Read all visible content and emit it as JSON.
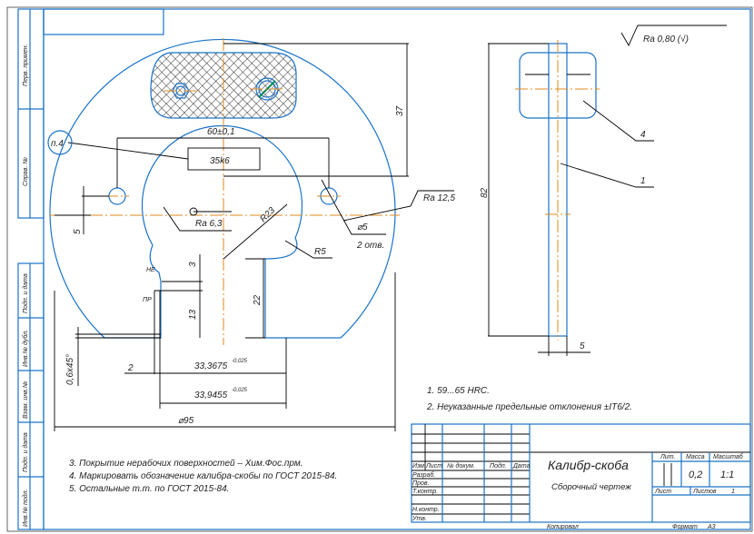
{
  "roughness_general": "Ra 0,80 (√)",
  "front_view": {
    "dims": {
      "width": "60±0,1",
      "fit": "35k6",
      "height_37": "37",
      "offset_5": "5",
      "ra_63": "Ra 6,3",
      "radius_23": "R23",
      "radius_5": "R5",
      "hole_dia": "⌀5",
      "hole_count": "2 отв.",
      "ra_125": "Ra 12,5",
      "dim_3": "3",
      "dim_13": "13",
      "dim_22": "22",
      "not_go": "НЕ",
      "go": "ПР",
      "chamfer": "0,6х45°",
      "dim_2": "2",
      "go_size": "33,3675",
      "go_tol": "-0,025",
      "notgo_size": "33,9455",
      "notgo_tol": "-0,025",
      "diameter": "⌀95"
    },
    "item_ref": "п.4"
  },
  "side_view": {
    "dim_82": "82",
    "dim_5": "5",
    "callouts": [
      "4",
      "1"
    ]
  },
  "notes_right": [
    "1. 59...65 HRC.",
    "2. Неуказанные предельные отклонения ±IT6/2."
  ],
  "notes_left": [
    "3. Покрытие нерабочих поверхностей – Хим.Фос.прм.",
    "4. Маркировать обозначение калибра-скобы по ГОСТ 2015-84.",
    "5. Остальные т.т. по ГОСТ 2015-84."
  ],
  "side_stamp": [
    "Перв. примен.",
    "Справ. №",
    "Подп. и дата",
    "Инв.№ дубл.",
    "Взам. инв.№",
    "Подп. и дата",
    "Инв.№ подл."
  ],
  "title_block": {
    "headers": [
      "Изм",
      "Лист",
      "№ докум.",
      "Подп.",
      "Дата"
    ],
    "roles": [
      "Разраб.",
      "Пров.",
      "Т.контр.",
      "Н.контр.",
      "Утв."
    ],
    "title": "Калибр-скоба",
    "subtitle": "Сборочный чертеж",
    "lit_label": "Лит.",
    "mass_label": "Масса",
    "scale_label": "Масштаб",
    "mass": "0,2",
    "scale": "1:1",
    "sheet_label": "Лист",
    "sheets_label": "Листов",
    "sheets": "1",
    "copied": "Копировал",
    "format_label": "Формат",
    "format": "А3"
  }
}
